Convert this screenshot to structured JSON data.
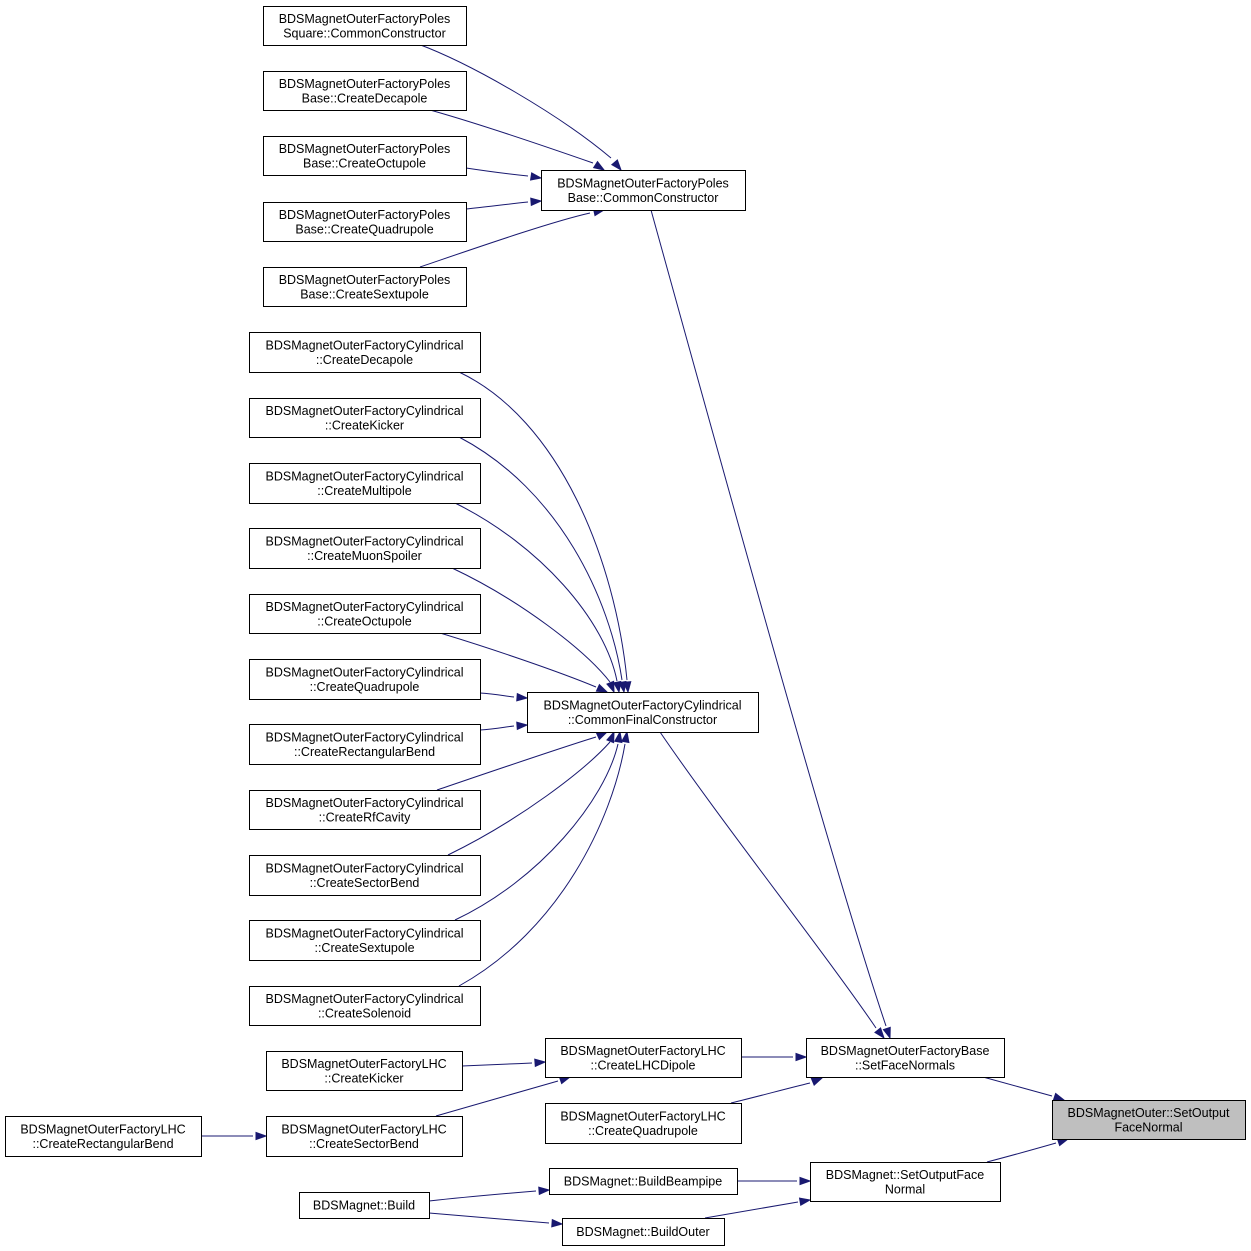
{
  "colors": {
    "edge": "#191970",
    "root_fill": "#bfbfbf",
    "node_fill": "#ffffff",
    "node_stroke": "#000000"
  },
  "nodes": [
    {
      "id": "poles_square_common",
      "lines": [
        "BDSMagnetOuterFactoryPoles",
        "Square::CommonConstructor"
      ]
    },
    {
      "id": "poles_base_decapole",
      "lines": [
        "BDSMagnetOuterFactoryPoles",
        "Base::CreateDecapole"
      ]
    },
    {
      "id": "poles_base_octupole",
      "lines": [
        "BDSMagnetOuterFactoryPoles",
        "Base::CreateOctupole"
      ]
    },
    {
      "id": "poles_base_quadrupole",
      "lines": [
        "BDSMagnetOuterFactoryPoles",
        "Base::CreateQuadrupole"
      ]
    },
    {
      "id": "poles_base_sextupole",
      "lines": [
        "BDSMagnetOuterFactoryPoles",
        "Base::CreateSextupole"
      ]
    },
    {
      "id": "poles_base_common",
      "lines": [
        "BDSMagnetOuterFactoryPoles",
        "Base::CommonConstructor"
      ]
    },
    {
      "id": "cyl_decapole",
      "lines": [
        "BDSMagnetOuterFactoryCylindrical",
        "::CreateDecapole"
      ]
    },
    {
      "id": "cyl_kicker",
      "lines": [
        "BDSMagnetOuterFactoryCylindrical",
        "::CreateKicker"
      ]
    },
    {
      "id": "cyl_multipole",
      "lines": [
        "BDSMagnetOuterFactoryCylindrical",
        "::CreateMultipole"
      ]
    },
    {
      "id": "cyl_muonspoiler",
      "lines": [
        "BDSMagnetOuterFactoryCylindrical",
        "::CreateMuonSpoiler"
      ]
    },
    {
      "id": "cyl_octupole",
      "lines": [
        "BDSMagnetOuterFactoryCylindrical",
        "::CreateOctupole"
      ]
    },
    {
      "id": "cyl_quadrupole",
      "lines": [
        "BDSMagnetOuterFactoryCylindrical",
        "::CreateQuadrupole"
      ]
    },
    {
      "id": "cyl_rectbend",
      "lines": [
        "BDSMagnetOuterFactoryCylindrical",
        "::CreateRectangularBend"
      ]
    },
    {
      "id": "cyl_rfcavity",
      "lines": [
        "BDSMagnetOuterFactoryCylindrical",
        "::CreateRfCavity"
      ]
    },
    {
      "id": "cyl_sectorbend",
      "lines": [
        "BDSMagnetOuterFactoryCylindrical",
        "::CreateSectorBend"
      ]
    },
    {
      "id": "cyl_sextupole",
      "lines": [
        "BDSMagnetOuterFactoryCylindrical",
        "::CreateSextupole"
      ]
    },
    {
      "id": "cyl_solenoid",
      "lines": [
        "BDSMagnetOuterFactoryCylindrical",
        "::CreateSolenoid"
      ]
    },
    {
      "id": "cyl_common_final",
      "lines": [
        "BDSMagnetOuterFactoryCylindrical",
        "::CommonFinalConstructor"
      ]
    },
    {
      "id": "lhc_kicker",
      "lines": [
        "BDSMagnetOuterFactoryLHC",
        "::CreateKicker"
      ]
    },
    {
      "id": "lhc_rectbend",
      "lines": [
        "BDSMagnetOuterFactoryLHC",
        "::CreateRectangularBend"
      ]
    },
    {
      "id": "lhc_sectorbend",
      "lines": [
        "BDSMagnetOuterFactoryLHC",
        "::CreateSectorBend"
      ]
    },
    {
      "id": "lhc_dipole",
      "lines": [
        "BDSMagnetOuterFactoryLHC",
        "::CreateLHCDipole"
      ]
    },
    {
      "id": "lhc_quadrupole",
      "lines": [
        "BDSMagnetOuterFactoryLHC",
        "::CreateQuadrupole"
      ]
    },
    {
      "id": "base_setfacenormals",
      "lines": [
        "BDSMagnetOuterFactoryBase",
        "::SetFaceNormals"
      ]
    },
    {
      "id": "magnet_build",
      "lines": [
        "BDSMagnet::Build"
      ]
    },
    {
      "id": "magnet_buildbeampipe",
      "lines": [
        "BDSMagnet::BuildBeampipe"
      ]
    },
    {
      "id": "magnet_buildouter",
      "lines": [
        "BDSMagnet::BuildOuter"
      ]
    },
    {
      "id": "magnet_setoutputface",
      "lines": [
        "BDSMagnet::SetOutputFace",
        "Normal"
      ]
    },
    {
      "id": "outer_setoutputface",
      "lines": [
        "BDSMagnetOuter::SetOutput",
        "FaceNormal"
      ],
      "root": true
    }
  ],
  "edges": [
    {
      "from": "poles_square_common",
      "to": "poles_base_common"
    },
    {
      "from": "poles_base_decapole",
      "to": "poles_base_common"
    },
    {
      "from": "poles_base_octupole",
      "to": "poles_base_common"
    },
    {
      "from": "poles_base_quadrupole",
      "to": "poles_base_common"
    },
    {
      "from": "poles_base_sextupole",
      "to": "poles_base_common"
    },
    {
      "from": "poles_base_common",
      "to": "base_setfacenormals"
    },
    {
      "from": "cyl_decapole",
      "to": "cyl_common_final"
    },
    {
      "from": "cyl_kicker",
      "to": "cyl_common_final"
    },
    {
      "from": "cyl_multipole",
      "to": "cyl_common_final"
    },
    {
      "from": "cyl_muonspoiler",
      "to": "cyl_common_final"
    },
    {
      "from": "cyl_octupole",
      "to": "cyl_common_final"
    },
    {
      "from": "cyl_quadrupole",
      "to": "cyl_common_final"
    },
    {
      "from": "cyl_rectbend",
      "to": "cyl_common_final"
    },
    {
      "from": "cyl_rfcavity",
      "to": "cyl_common_final"
    },
    {
      "from": "cyl_sectorbend",
      "to": "cyl_common_final"
    },
    {
      "from": "cyl_sextupole",
      "to": "cyl_common_final"
    },
    {
      "from": "cyl_solenoid",
      "to": "cyl_common_final"
    },
    {
      "from": "cyl_common_final",
      "to": "base_setfacenormals"
    },
    {
      "from": "lhc_kicker",
      "to": "lhc_dipole"
    },
    {
      "from": "lhc_rectbend",
      "to": "lhc_sectorbend"
    },
    {
      "from": "lhc_sectorbend",
      "to": "lhc_dipole"
    },
    {
      "from": "lhc_dipole",
      "to": "base_setfacenormals"
    },
    {
      "from": "lhc_quadrupole",
      "to": "base_setfacenormals"
    },
    {
      "from": "base_setfacenormals",
      "to": "outer_setoutputface"
    },
    {
      "from": "magnet_build",
      "to": "magnet_buildbeampipe"
    },
    {
      "from": "magnet_build",
      "to": "magnet_buildouter"
    },
    {
      "from": "magnet_buildbeampipe",
      "to": "magnet_setoutputface"
    },
    {
      "from": "magnet_buildouter",
      "to": "magnet_setoutputface"
    },
    {
      "from": "magnet_setoutputface",
      "to": "outer_setoutputface"
    }
  ]
}
